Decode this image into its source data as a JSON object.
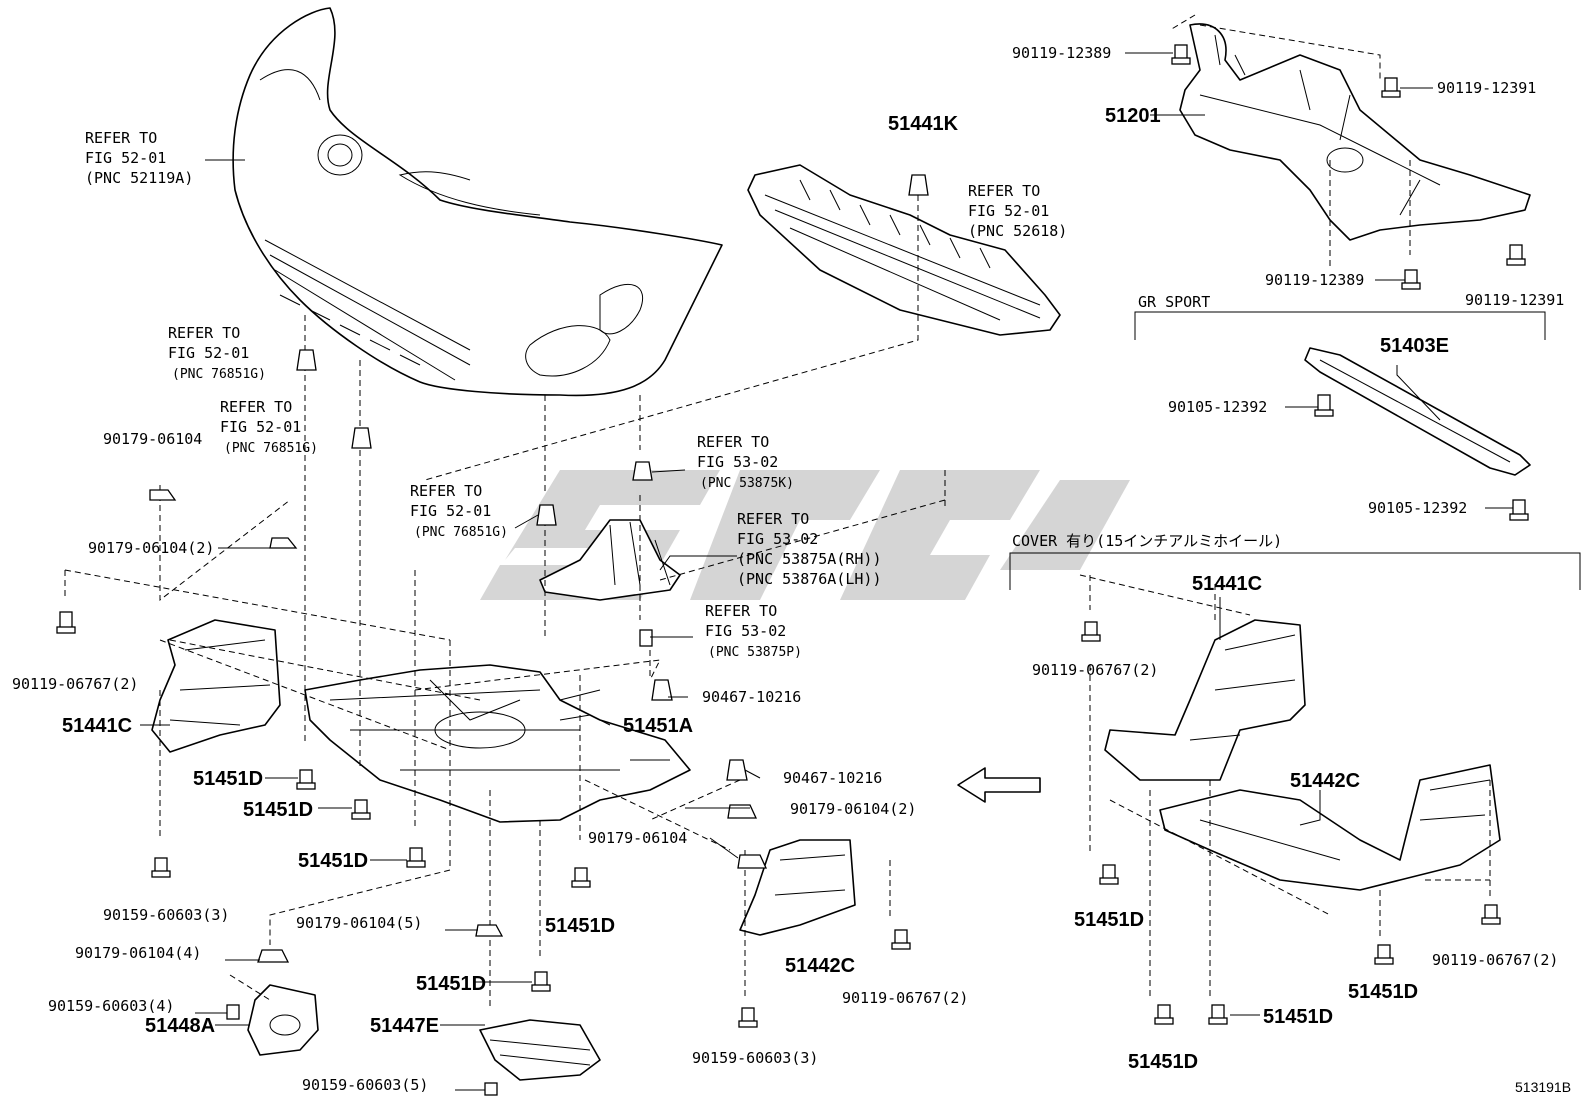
{
  "diagram": {
    "id_code": "513191B",
    "refer": {
      "bumper": [
        "REFER TO",
        "FIG 52-01",
        "(PNC 52119A)"
      ],
      "clip_a": [
        "REFER TO",
        "FIG 52-01",
        "(PNC 76851G)"
      ],
      "clip_b": [
        "REFER TO",
        "FIG 52-01",
        "(PNC 76851G)"
      ],
      "clip_c": [
        "REFER TO",
        "FIG 52-01",
        "(PNC 76851G)"
      ],
      "absorber": [
        "REFER TO",
        "FIG 52-01",
        "(PNC 52618)"
      ],
      "liner_clip": [
        "REFER TO",
        "FIG 53-02",
        "(PNC 53875K)"
      ],
      "liner": [
        "REFER TO",
        "FIG 53-02",
        "(PNC 53875A(RH))",
        "(PNC 53876A(LH))"
      ],
      "liner_screw": [
        "REFER TO",
        "FIG 53-02",
        "(PNC 53875P)"
      ]
    },
    "sections": {
      "gr_sport": "GR SPORT",
      "cover": "COVER 有り(15インチアルミホイール)"
    },
    "parts": {
      "p51441K": "51441K",
      "p51201": "51201",
      "p51403E": "51403E",
      "p51441C_left": "51441C",
      "p51441C_right": "51441C",
      "p51451A": "51451A",
      "p51442C_left": "51442C",
      "p51442C_right": "51442C",
      "p51447E": "51447E",
      "p51448A": "51448A",
      "p51451D_1": "51451D",
      "p51451D_2": "51451D",
      "p51451D_3": "51451D",
      "p51451D_4": "51451D",
      "p51451D_5": "51451D",
      "p51451D_r1": "51451D",
      "p51451D_r2": "51451D",
      "p51451D_r3": "51451D",
      "p51451D_r4": "51451D"
    },
    "fasteners": {
      "f90119_12389_a": "90119-12389",
      "f90119_12391_a": "90119-12391",
      "f90119_12389_b": "90119-12389",
      "f90119_12391_b": "90119-12391",
      "f90105_12392_a": "90105-12392",
      "f90105_12392_b": "90105-12392",
      "f90179_06104_a": "90179-06104",
      "f90179_06104_2a": "90179-06104(2)",
      "f90119_06767_2a": "90119-06767(2)",
      "f90467_10216_a": "90467-10216",
      "f90467_10216_b": "90467-10216",
      "f90179_06104_2b": "90179-06104(2)",
      "f90179_06104_b": "90179-06104",
      "f90159_60603_3a": "90159-60603(3)",
      "f90179_06104_5": "90179-06104(5)",
      "f90179_06104_4": "90179-06104(4)",
      "f90159_60603_4": "90159-60603(4)",
      "f90159_60603_5": "90159-60603(5)",
      "f90159_60603_3b": "90159-60603(3)",
      "f90119_06767_2b": "90119-06767(2)",
      "f90119_06767_2c": "90119-06767(2)",
      "f90119_06767_2d": "90119-06767(2)"
    }
  }
}
